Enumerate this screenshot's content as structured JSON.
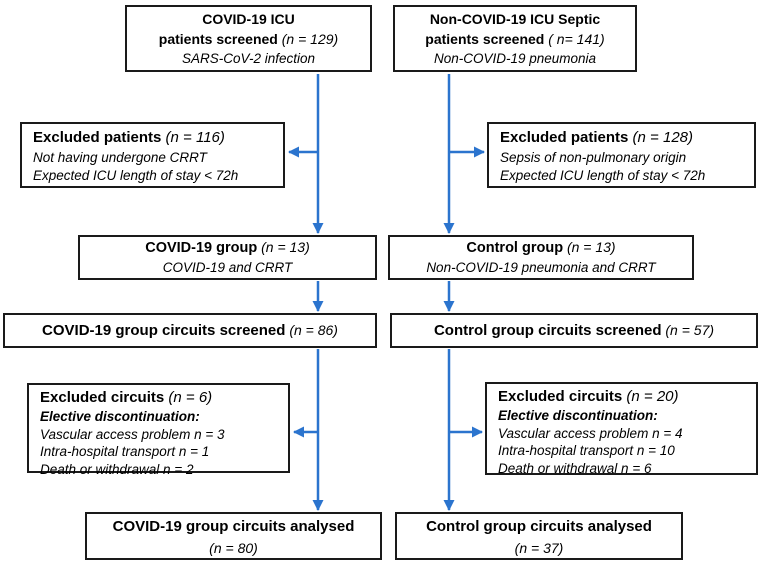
{
  "colors": {
    "arrow": "#2B74CE",
    "box_border": "#1A1A1A",
    "background": "#FFFFFF",
    "text": "#000000"
  },
  "flowchart": {
    "covid_screened": {
      "title_line1": "COVID-19 ICU",
      "title_line2": "patients screened",
      "n": " (n = 129)",
      "subtitle": "SARS-CoV-2 infection"
    },
    "septic_screened": {
      "title_line1": "Non-COVID-19 ICU Septic",
      "title_line2": "patients screened",
      "n": " ( n= 141)",
      "subtitle": "Non-COVID-19 pneumonia"
    },
    "excluded_patients_left": {
      "title": "Excluded patients",
      "n": " (n = 116)",
      "reasons": [
        "Not having undergone CRRT",
        "Expected ICU length of stay < 72h"
      ]
    },
    "excluded_patients_right": {
      "title": "Excluded patients",
      "n": " (n = 128)",
      "reasons": [
        "Sepsis of non-pulmonary origin",
        "Expected ICU length of stay < 72h"
      ]
    },
    "covid_group": {
      "title": "COVID-19 group",
      "n": " (n = 13)",
      "subtitle": "COVID-19 and CRRT"
    },
    "control_group": {
      "title": "Control group",
      "n": " (n = 13)",
      "subtitle": "Non-COVID-19 pneumonia and CRRT"
    },
    "covid_circuits_screened": {
      "title": "COVID-19 group circuits screened",
      "n": " (n = 86)"
    },
    "control_circuits_screened": {
      "title": "Control group circuits screened",
      "n": " (n = 57)"
    },
    "excluded_circuits_left": {
      "title": "Excluded circuits",
      "n": " (n = 6)",
      "subheader": "Elective discontinuation:",
      "reasons": [
        "Vascular access problem n = 3",
        "Intra-hospital transport n = 1",
        "Death or withdrawal n = 2"
      ]
    },
    "excluded_circuits_right": {
      "title": "Excluded circuits",
      "n": " (n = 20)",
      "subheader": "Elective discontinuation:",
      "reasons": [
        "Vascular access problem n = 4",
        "Intra-hospital transport n = 10",
        "Death or withdrawal n = 6"
      ]
    },
    "covid_analysed": {
      "title": "COVID-19 group circuits analysed",
      "n": "(n = 80)"
    },
    "control_analysed": {
      "title": "Control group circuits analysed",
      "n": "(n = 37)"
    }
  }
}
